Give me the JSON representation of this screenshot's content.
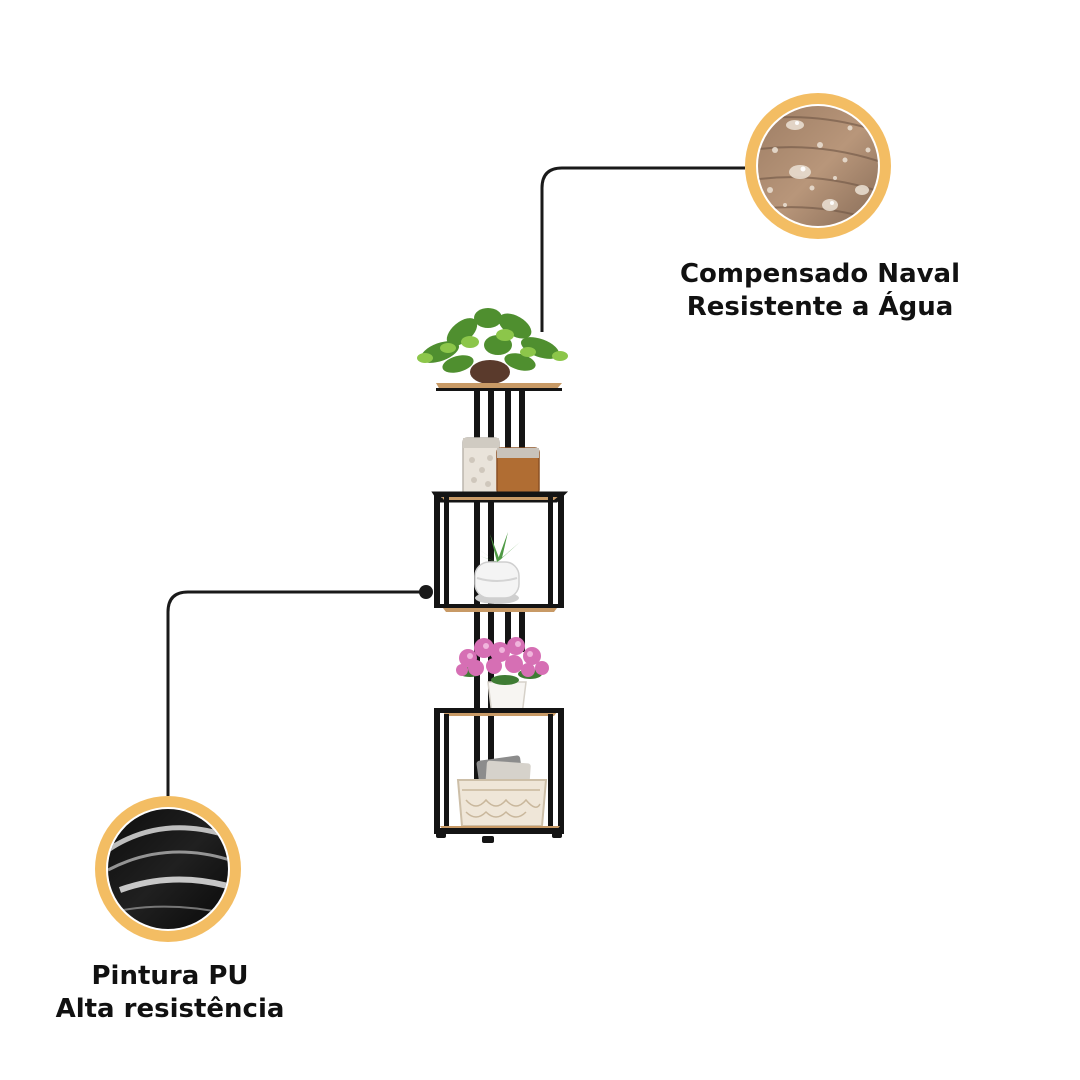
{
  "callouts": [
    {
      "id": "plywood",
      "line1": "Compensado Naval",
      "line2": "Resistente a Água",
      "swatch_icon": "wood-water-droplets-icon"
    },
    {
      "id": "paint",
      "line1": "Pintura PU",
      "line2": "Alta resistência",
      "swatch_icon": "glossy-black-paint-icon"
    }
  ],
  "colors": {
    "ring": "#f3bd63",
    "frame": "#141414",
    "leader": "#1a1a1a",
    "wood": "#c89a66",
    "text": "#111111"
  },
  "product_icon": "corner-plant-shelf-icon"
}
